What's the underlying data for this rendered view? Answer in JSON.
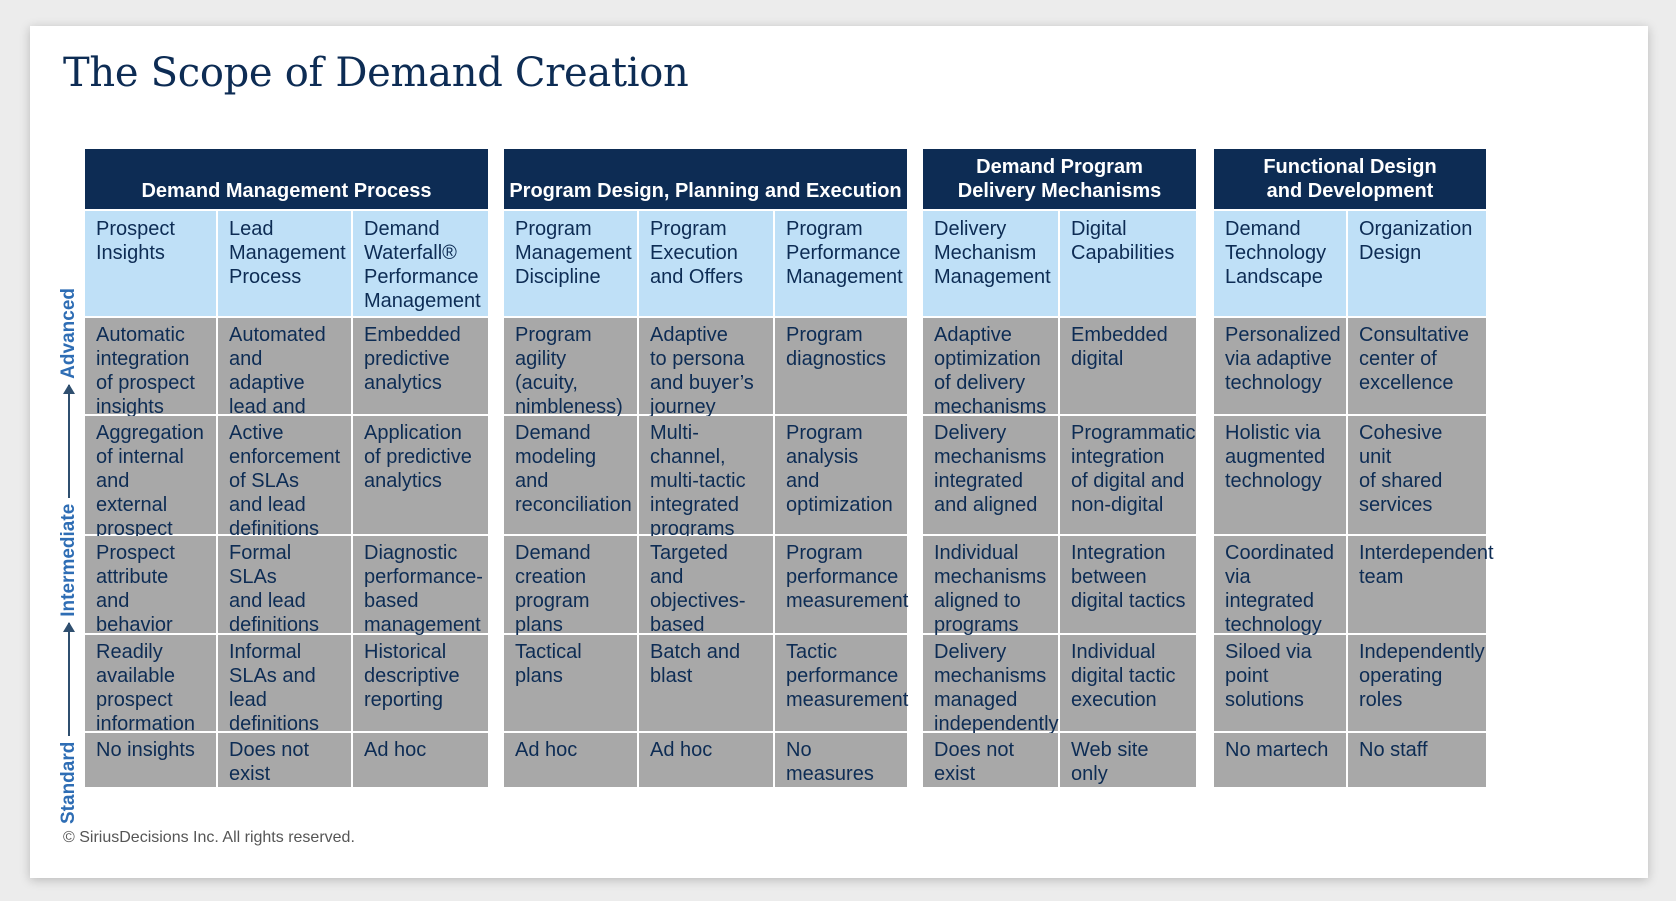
{
  "title": "The Scope of Demand Creation",
  "axis": {
    "bottom": "Standard",
    "middle": "Intermediate",
    "top": "Advanced"
  },
  "groups": [
    {
      "header": "Demand Management Process",
      "columns": [
        {
          "label": "Prospect\nInsights",
          "cells": [
            "Automatic\nintegration\nof prospect\ninsights",
            "Aggregation\nof internal\nand external\nprospect\ninsights",
            "Prospect\nattribute and\nbehavior\nenrichment",
            "Readily\navailable\nprospect\ninformation",
            "No insights"
          ]
        },
        {
          "label": "Lead\nManagement\nProcess",
          "cells": [
            "Automated\nand adaptive\nlead and SLA\nmanagement",
            "Active\nenforcement\nof SLAs\nand lead\ndefinitions",
            "Formal SLAs\nand lead\ndefinitions",
            "Informal\nSLAs and\nlead\ndefinitions",
            "Does not\nexist"
          ]
        },
        {
          "label": "Demand\nWaterfall®\nPerformance\nManagement",
          "cells": [
            "Embedded\npredictive\nanalytics",
            "Application\nof predictive\nanalytics",
            "Diagnostic\nperformance-\nbased\nmanagement",
            "Historical\ndescriptive\nreporting",
            "Ad hoc"
          ]
        }
      ]
    },
    {
      "header": "Program Design, Planning and Execution",
      "columns": [
        {
          "label": "Program\nManagement\nDiscipline",
          "cells": [
            "Program\nagility (acuity,\nnimbleness)",
            "Demand\nmodeling\nand\nreconciliation",
            "Demand\ncreation\nprogram\nplans",
            "Tactical plans",
            "Ad hoc"
          ]
        },
        {
          "label": "Program\nExecution\nand Offers",
          "cells": [
            "Adaptive\nto persona\nand buyer’s\njourney",
            "Multi-channel,\nmulti-tactic\nintegrated\nprograms",
            "Targeted and\nobjectives-\nbased\nprograms",
            "Batch and\nblast",
            "Ad hoc"
          ]
        },
        {
          "label": "Program\nPerformance\nManagement",
          "cells": [
            "Program\ndiagnostics",
            "Program\nanalysis and\noptimization",
            "Program\nperformance\nmeasurement",
            "Tactic\nperformance\nmeasurement",
            "No measures"
          ]
        }
      ]
    },
    {
      "header": "Demand Program\nDelivery Mechanisms",
      "columns": [
        {
          "label": "Delivery\nMechanism\nManagement",
          "cells": [
            "Adaptive\noptimization\nof delivery\nmechanisms",
            "Delivery\nmechanisms\nintegrated\nand aligned",
            "Individual\nmechanisms\naligned to\nprograms",
            "Delivery\nmechanisms\nmanaged\nindependently",
            "Does not\nexist"
          ]
        },
        {
          "label": "Digital\nCapabilities",
          "cells": [
            "Embedded\ndigital",
            "Programmatic\nintegration\nof digital and\nnon-digital",
            "Integration\nbetween\ndigital tactics",
            "Individual\ndigital tactic\nexecution",
            "Web site only"
          ]
        }
      ]
    },
    {
      "header": "Functional Design\nand Development",
      "columns": [
        {
          "label": "Demand\nTechnology\nLandscape",
          "cells": [
            "Personalized\nvia adaptive\ntechnology",
            "Holistic via\naugmented\ntechnology",
            "Coordinated\nvia integrated\ntechnology",
            "Siloed via\npoint\nsolutions",
            "No martech"
          ]
        },
        {
          "label": "Organization\nDesign",
          "cells": [
            "Consultative\ncenter of\nexcellence",
            "Cohesive unit\nof shared\nservices",
            "Interdependent\nteam",
            "Independently\noperating roles",
            "No staff"
          ]
        }
      ]
    }
  ],
  "footer": "© SiriusDecisions Inc. All rights reserved."
}
